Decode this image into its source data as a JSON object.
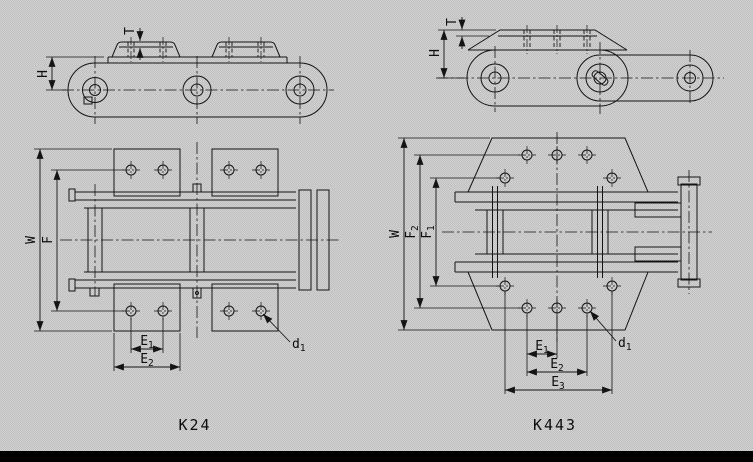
{
  "page": {
    "colors": {
      "background": "#c8c8c8",
      "line": "#141414",
      "bottom_bar": "#000000"
    }
  },
  "k24": {
    "caption": "K24",
    "dims": {
      "H": "H",
      "T": "T",
      "W": "W",
      "F": "F",
      "E1": {
        "base": "E",
        "sub": "1"
      },
      "E2": {
        "base": "E",
        "sub": "2"
      },
      "d1": {
        "base": "d",
        "sub": "1"
      }
    }
  },
  "k443": {
    "caption": "K443",
    "dims": {
      "H": "H",
      "T": "T",
      "W": "W",
      "F1": {
        "base": "F",
        "sub": "1"
      },
      "F2": {
        "base": "F",
        "sub": "2"
      },
      "E1": {
        "base": "E",
        "sub": "1"
      },
      "E2": {
        "base": "E",
        "sub": "2"
      },
      "E3": {
        "base": "E",
        "sub": "3"
      },
      "d1": {
        "base": "d",
        "sub": "1"
      }
    }
  }
}
